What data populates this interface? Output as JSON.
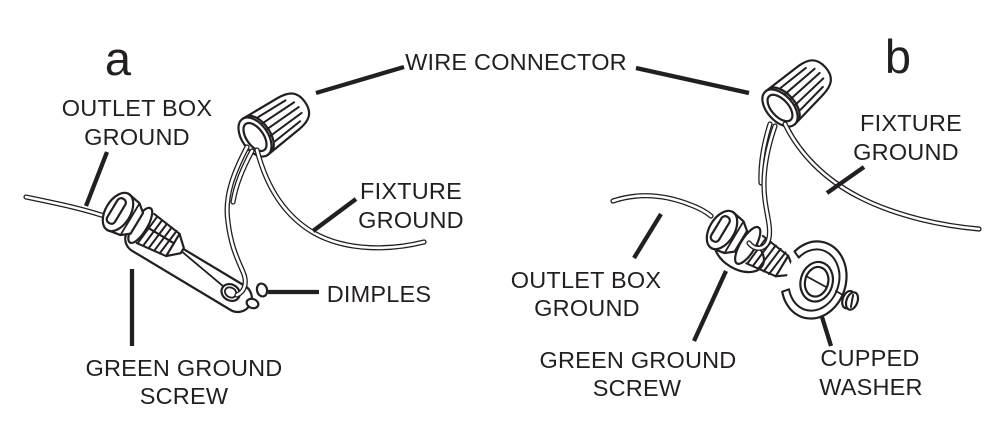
{
  "figure": {
    "type": "technical-illustration",
    "subject": "Grounding a light fixture: wire connector and green ground screw details",
    "colors": {
      "ink": "#231f20",
      "background": "#ffffff"
    },
    "panels": [
      {
        "id": "a",
        "letter": "a",
        "parts_labeled": [
          "OUTLET BOX GROUND",
          "WIRE CONNECTOR",
          "FIXTURE GROUND",
          "DIMPLES",
          "GREEN GROUND SCREW"
        ]
      },
      {
        "id": "b",
        "letter": "b",
        "parts_labeled": [
          "WIRE CONNECTOR",
          "FIXTURE GROUND",
          "OUTLET BOX GROUND",
          "GREEN GROUND SCREW",
          "CUPPED WASHER"
        ]
      }
    ],
    "labels": {
      "panel_a_letter": "a",
      "panel_b_letter": "b",
      "wire_connector": "WIRE CONNECTOR",
      "outlet_box_ground_a_1": "OUTLET BOX",
      "outlet_box_ground_a_2": "GROUND",
      "fixture_ground_a_1": "FIXTURE",
      "fixture_ground_a_2": "GROUND",
      "dimples": "DIMPLES",
      "green_ground_screw_a_1": "GREEN GROUND",
      "green_ground_screw_a_2": "SCREW",
      "fixture_ground_b_1": "FIXTURE",
      "fixture_ground_b_2": "GROUND",
      "outlet_box_ground_b_1": "OUTLET BOX",
      "outlet_box_ground_b_2": "GROUND",
      "green_ground_screw_b_1": "GREEN GROUND",
      "green_ground_screw_b_2": "SCREW",
      "cupped_washer_1": "CUPPED",
      "cupped_washer_2": "WASHER"
    }
  }
}
